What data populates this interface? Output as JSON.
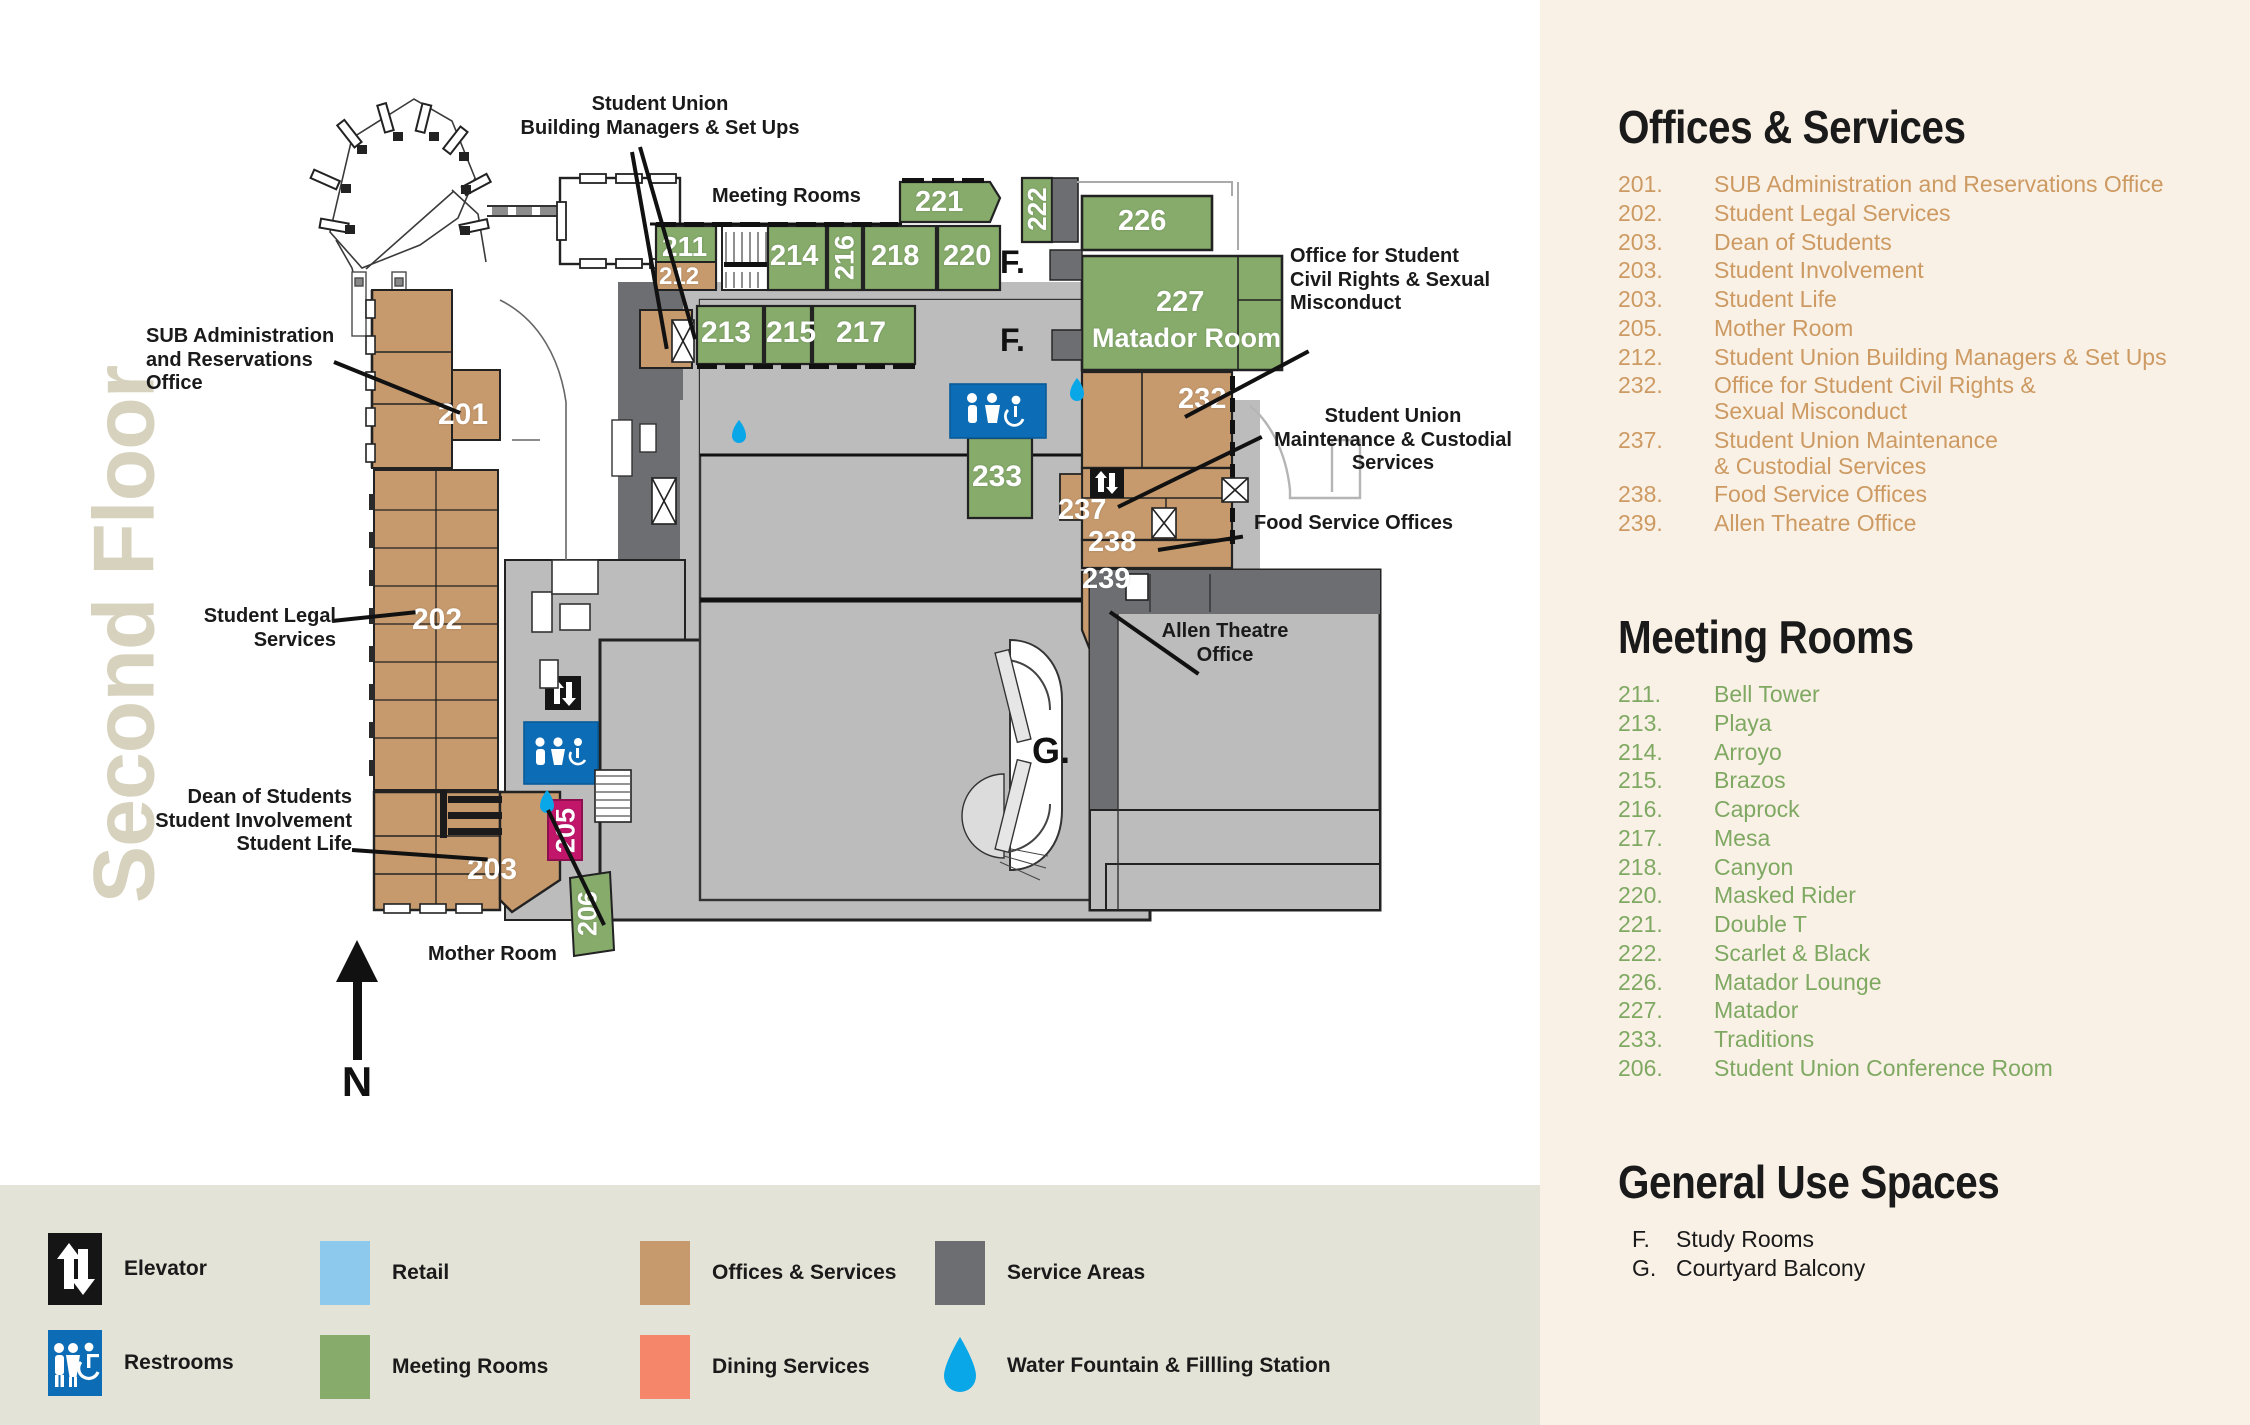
{
  "floor_title": "Second Floor",
  "compass": {
    "direction_label": "N"
  },
  "map": {
    "callouts": [
      {
        "id": "student-union-building-managers",
        "text": "Student Union\nBuilding Managers & Set Ups"
      },
      {
        "id": "meeting-rooms-header",
        "text": "Meeting Rooms"
      },
      {
        "id": "office-student-civil-rights",
        "text": "Office for Student\nCivil Rights & Sexual\nMisconduct"
      },
      {
        "id": "sub-administration",
        "text": "SUB Administration\nand Reservations\nOffice"
      },
      {
        "id": "student-union-maintenance",
        "text": "Student Union\nMaintenance & Custodial\nServices"
      },
      {
        "id": "food-service-offices",
        "text": "Food Service Offices"
      },
      {
        "id": "student-legal-services",
        "text": "Student Legal\nServices"
      },
      {
        "id": "allen-theatre-office",
        "text": "Allen Theatre\nOffice"
      },
      {
        "id": "dean-of-students",
        "text": "Dean of Students\nStudent Involvement\nStudent Life"
      },
      {
        "id": "mother-room",
        "text": "Mother Room"
      }
    ],
    "room_labels": [
      {
        "num": "201",
        "color": "offices"
      },
      {
        "num": "202",
        "color": "offices"
      },
      {
        "num": "203",
        "color": "offices"
      },
      {
        "num": "205",
        "color": "mother"
      },
      {
        "num": "206",
        "color": "meeting"
      },
      {
        "num": "211",
        "color": "meeting"
      },
      {
        "num": "212",
        "color": "offices"
      },
      {
        "num": "213",
        "color": "meeting"
      },
      {
        "num": "214",
        "color": "meeting"
      },
      {
        "num": "215",
        "color": "meeting"
      },
      {
        "num": "216",
        "color": "meeting"
      },
      {
        "num": "217",
        "color": "meeting"
      },
      {
        "num": "218",
        "color": "meeting"
      },
      {
        "num": "220",
        "color": "meeting"
      },
      {
        "num": "221",
        "color": "meeting"
      },
      {
        "num": "222",
        "color": "meeting"
      },
      {
        "num": "226",
        "color": "meeting"
      },
      {
        "num": "227",
        "color": "meeting"
      },
      {
        "num": "232",
        "color": "offices"
      },
      {
        "num": "233",
        "color": "meeting"
      },
      {
        "num": "237",
        "color": "offices"
      },
      {
        "num": "238",
        "color": "offices"
      },
      {
        "num": "239",
        "color": "offices"
      }
    ],
    "room_name_labels": [
      {
        "num": "227",
        "name": "Matador Room"
      }
    ],
    "general_markers": [
      {
        "label": "F."
      },
      {
        "label": "F."
      },
      {
        "label": "G."
      }
    ]
  },
  "legend": {
    "items": [
      {
        "id": "elevator",
        "label": "Elevator",
        "icon": "elevator-icon",
        "color": "#151515"
      },
      {
        "id": "retail",
        "label": "Retail",
        "icon": "color-swatch",
        "color": "#8cc9ec"
      },
      {
        "id": "offices-services",
        "label": "Offices & Services",
        "icon": "color-swatch",
        "color": "#c69a6d"
      },
      {
        "id": "service-areas",
        "label": "Service Areas",
        "icon": "color-swatch",
        "color": "#6c6e71"
      },
      {
        "id": "restrooms",
        "label": "Restrooms",
        "icon": "restrooms-icon",
        "color": "#0c6cb5"
      },
      {
        "id": "meeting-rooms",
        "label": "Meeting Rooms",
        "icon": "color-swatch",
        "color": "#86ab6b"
      },
      {
        "id": "dining-services",
        "label": "Dining Services",
        "icon": "color-swatch",
        "color": "#f5866a"
      },
      {
        "id": "water-fountain",
        "label": "Water Fountain & Fillling Station",
        "icon": "water-drop-icon",
        "color": "#09a6e8"
      }
    ]
  },
  "sidebar": {
    "sections": [
      {
        "id": "offices-services",
        "heading": "Offices & Services",
        "color": "#cc9a62",
        "entries": [
          {
            "num": "201.",
            "label": "SUB Administration and Reservations Office"
          },
          {
            "num": "202.",
            "label": "Student Legal Services"
          },
          {
            "num": "203.",
            "label": "Dean of Students"
          },
          {
            "num": "203.",
            "label": "Student Involvement"
          },
          {
            "num": "203.",
            "label": "Student Life"
          },
          {
            "num": "205.",
            "label": "Mother Room"
          },
          {
            "num": "212.",
            "label": "Student Union Building Managers & Set Ups"
          },
          {
            "num": "232.",
            "label": "Office for Student Civil Rights &\nSexual Misconduct"
          },
          {
            "num": "237.",
            "label": "Student Union Maintenance\n& Custodial Services"
          },
          {
            "num": "238.",
            "label": "Food Service Offices"
          },
          {
            "num": "239.",
            "label": "Allen Theatre Office"
          }
        ]
      },
      {
        "id": "meeting-rooms",
        "heading": "Meeting Rooms",
        "color": "#7fa963",
        "entries": [
          {
            "num": "211.",
            "label": "Bell Tower"
          },
          {
            "num": "213.",
            "label": "Playa"
          },
          {
            "num": "214.",
            "label": "Arroyo"
          },
          {
            "num": "215.",
            "label": "Brazos"
          },
          {
            "num": "216.",
            "label": "Caprock"
          },
          {
            "num": "217.",
            "label": "Mesa"
          },
          {
            "num": "218.",
            "label": "Canyon"
          },
          {
            "num": "220.",
            "label": "Masked Rider"
          },
          {
            "num": "221.",
            "label": "Double T"
          },
          {
            "num": "222.",
            "label": "Scarlet & Black"
          },
          {
            "num": "226.",
            "label": "Matador Lounge"
          },
          {
            "num": "227.",
            "label": "Matador"
          },
          {
            "num": "233.",
            "label": "Traditions"
          },
          {
            "num": "206.",
            "label": "Student Union Conference Room"
          }
        ]
      },
      {
        "id": "general-use-spaces",
        "heading": "General Use Spaces",
        "color": "#1a1a1a",
        "entries": [
          {
            "num": "F.",
            "label": "Study Rooms"
          },
          {
            "num": "G.",
            "label": "Courtyard Balcony"
          }
        ]
      }
    ]
  },
  "colors": {
    "offices": "#c69a6d",
    "meeting": "#86ab6b",
    "service": "#6c6e71",
    "service_light": "#bcbcbc",
    "retail": "#8cc9ec",
    "dining": "#f5866a",
    "restroom": "#0c6cb5",
    "water": "#09a6e8",
    "mother": "#c2166b",
    "sidebar_bg": "#faf1e6",
    "legend_bg": "#e4e3d7",
    "floor_title": "#d6d2bd"
  }
}
